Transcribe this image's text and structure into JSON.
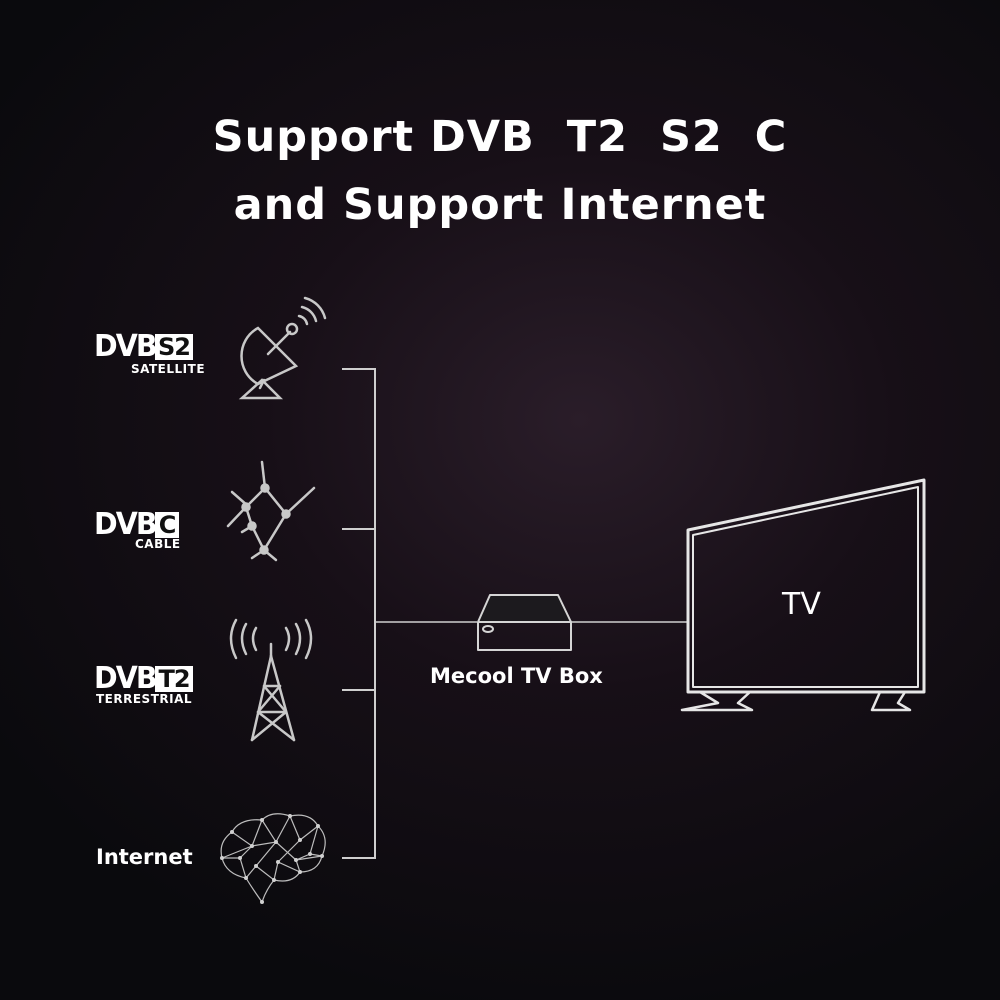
{
  "title": {
    "line1": "Support DVB  T2  S2  C",
    "line2": "and Support Internet"
  },
  "sources": [
    {
      "brand": "DVB",
      "badge": "S2",
      "subtitle": "SATELLITE",
      "icon": "satellite-dish-icon"
    },
    {
      "brand": "DVB",
      "badge": "C",
      "subtitle": "CABLE",
      "icon": "cable-network-icon"
    },
    {
      "brand": "DVB",
      "badge": "T2",
      "subtitle": "TERRESTRIAL",
      "icon": "broadcast-tower-icon"
    },
    {
      "label": "Internet",
      "icon": "brain-network-icon"
    }
  ],
  "device": {
    "label": "Mecool TV Box",
    "icon": "tv-box-icon"
  },
  "display": {
    "label": "TV",
    "icon": "television-icon"
  },
  "colors": {
    "background": "#0a0a0d",
    "foreground": "#ffffff",
    "line": "#cfcfcf"
  }
}
